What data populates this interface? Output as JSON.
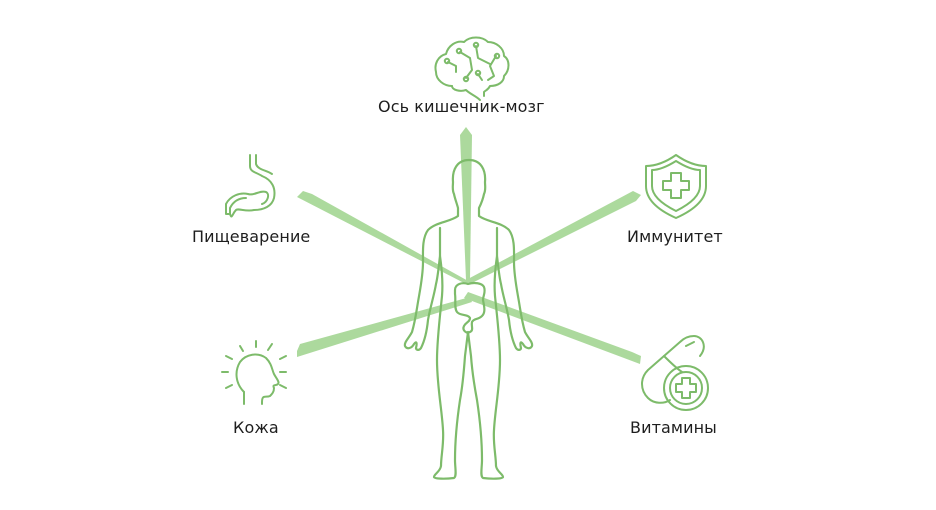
{
  "colors": {
    "outline": "#7dbb6a",
    "beam": "#a8d898",
    "text": "#1e1e1e",
    "background": "#ffffff"
  },
  "diagram": {
    "center": "human-body-gut",
    "nodes": [
      {
        "id": "brain",
        "label": "Ось кишечник-мозг",
        "icon": "brain-icon"
      },
      {
        "id": "digestion",
        "label": "Пищеварение",
        "icon": "stomach-icon"
      },
      {
        "id": "immunity",
        "label": "Иммунитет",
        "icon": "shield-cross-icon"
      },
      {
        "id": "skin",
        "label": "Кожа",
        "icon": "head-glow-icon"
      },
      {
        "id": "vitamins",
        "label": "Витамины",
        "icon": "capsule-plus-icon"
      }
    ]
  }
}
